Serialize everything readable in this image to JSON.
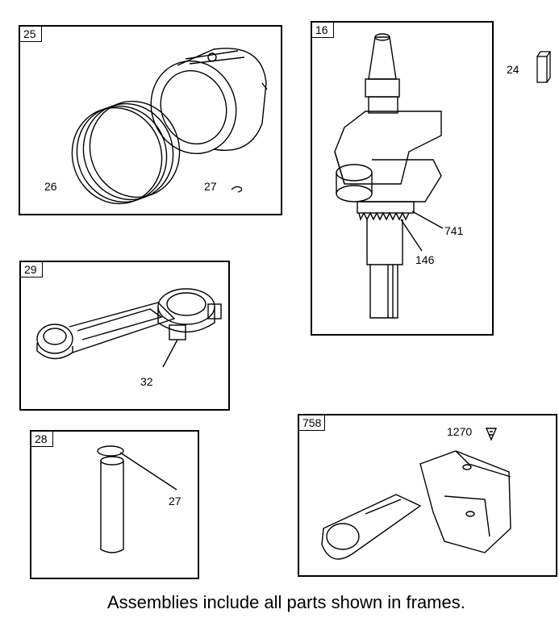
{
  "frames": {
    "piston": {
      "id": "25",
      "labels": {
        "rings": "26",
        "clip": "27"
      }
    },
    "crankshaft": {
      "id": "16",
      "labels": {
        "gear_outer": "741",
        "gear_inner": "146"
      }
    },
    "connecting_rod": {
      "id": "29",
      "labels": {
        "bolt": "32"
      }
    },
    "piston_pin": {
      "id": "28",
      "labels": {
        "clip": "27"
      }
    },
    "breather": {
      "id": "758",
      "labels": {
        "screw": "1270"
      }
    }
  },
  "loose_parts": {
    "key": "24"
  },
  "caption": "Assemblies include all parts shown in frames."
}
